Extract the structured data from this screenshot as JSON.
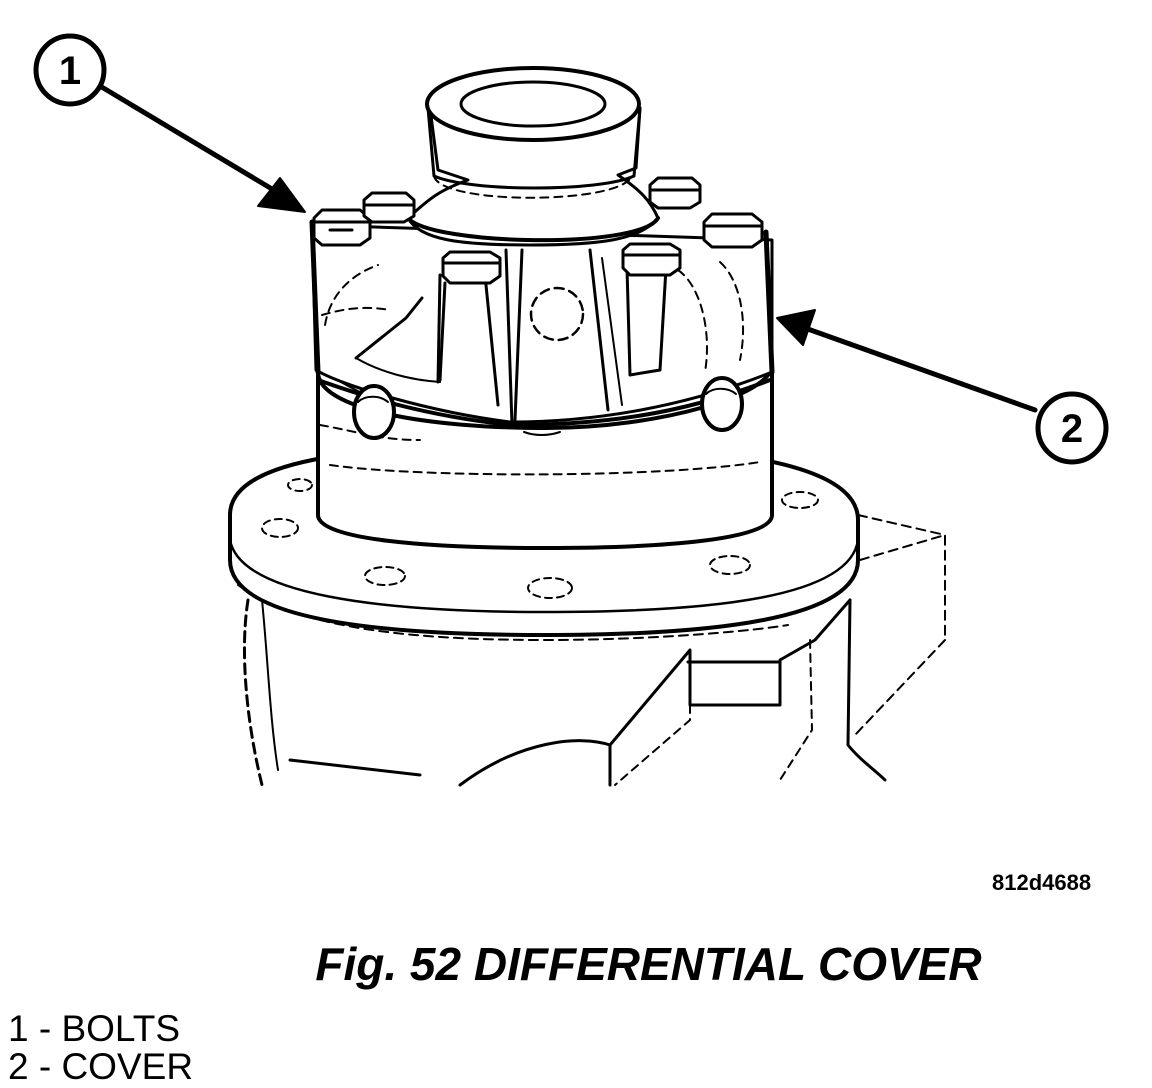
{
  "callouts": [
    {
      "number": "1",
      "target": "bolts"
    },
    {
      "number": "2",
      "target": "cover"
    }
  ],
  "art_code": "812d4688",
  "caption": "Fig. 52 DIFFERENTIAL COVER",
  "legend": [
    {
      "label": "1 - BOLTS"
    },
    {
      "label": "2 - COVER"
    }
  ],
  "colors": {
    "ink": "#000000",
    "paper": "#ffffff"
  }
}
